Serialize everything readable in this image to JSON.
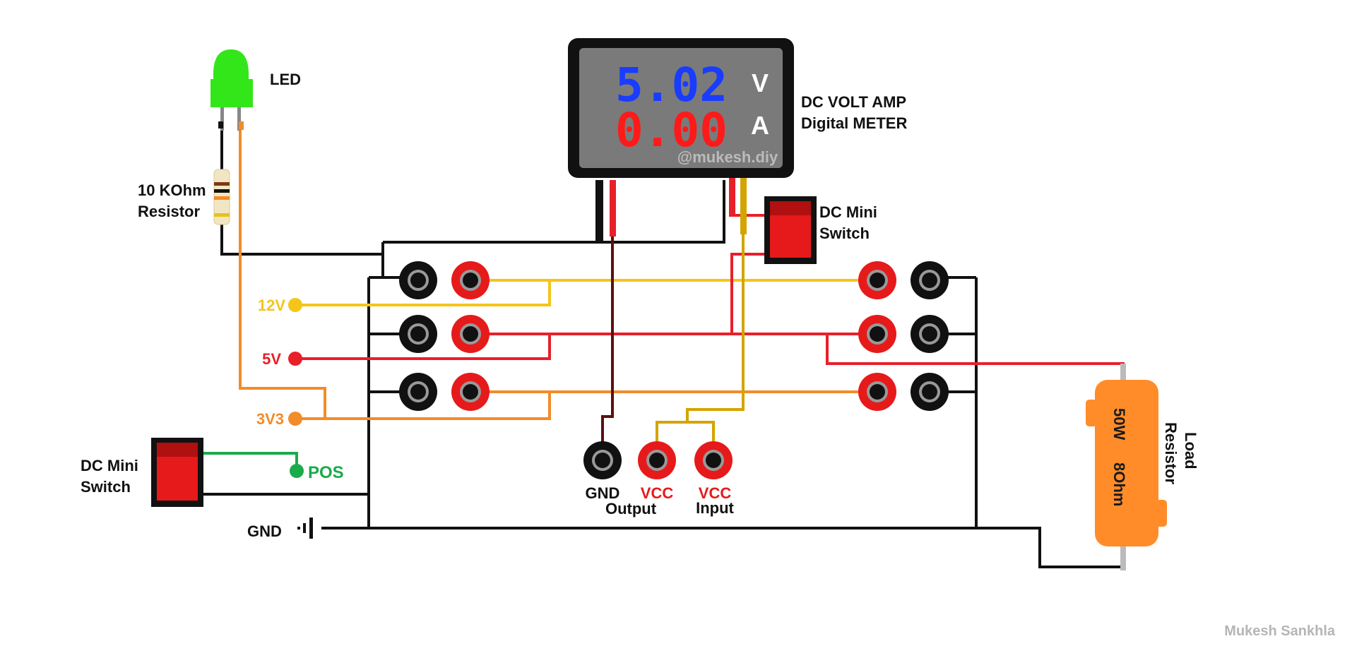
{
  "meter": {
    "voltage": "5.02",
    "voltage_unit": "V",
    "current": "0.00",
    "current_unit": "A",
    "watermark": "@mukesh.diy",
    "label_line1": "DC VOLT AMP",
    "label_line2": "Digital METER"
  },
  "labels": {
    "led": "LED",
    "resistor_line1": "10 KOhm",
    "resistor_line2": "Resistor",
    "switch_top_line1": "DC Mini",
    "switch_top_line2": "Switch",
    "switch_left_line1": "DC Mini",
    "switch_left_line2": "Switch",
    "rail_12v": "12V",
    "rail_5v": "5V",
    "rail_3v3": "3V3",
    "pos": "POS",
    "gnd": "GND",
    "gnd_output": "GND",
    "output": "Output",
    "vcc_output": "VCC",
    "vcc_input": "VCC",
    "input": "Input",
    "load_rating_watt": "50W",
    "load_rating_ohm": "8Ohm",
    "load_line1": "Load",
    "load_line2": "Resistor",
    "credit": "Mukesh Sankhla"
  },
  "colors": {
    "wire_12v": "#f5c518",
    "wire_5v": "#e8202a",
    "wire_3v3": "#f28c28",
    "wire_pos": "#1aab4b",
    "wire_meter_vcc": "#d4a400",
    "wire_meter_gnd": "#5a1010",
    "wire_gnd": "#111111",
    "meter_voltage": "#1a3cff",
    "meter_current": "#ff1a1a",
    "meter_screen": "#7a7a7a",
    "led": "#33e61a",
    "load_resistor": "#ff8c28",
    "terminal_red": "#e61a1a",
    "terminal_black": "#111111"
  }
}
